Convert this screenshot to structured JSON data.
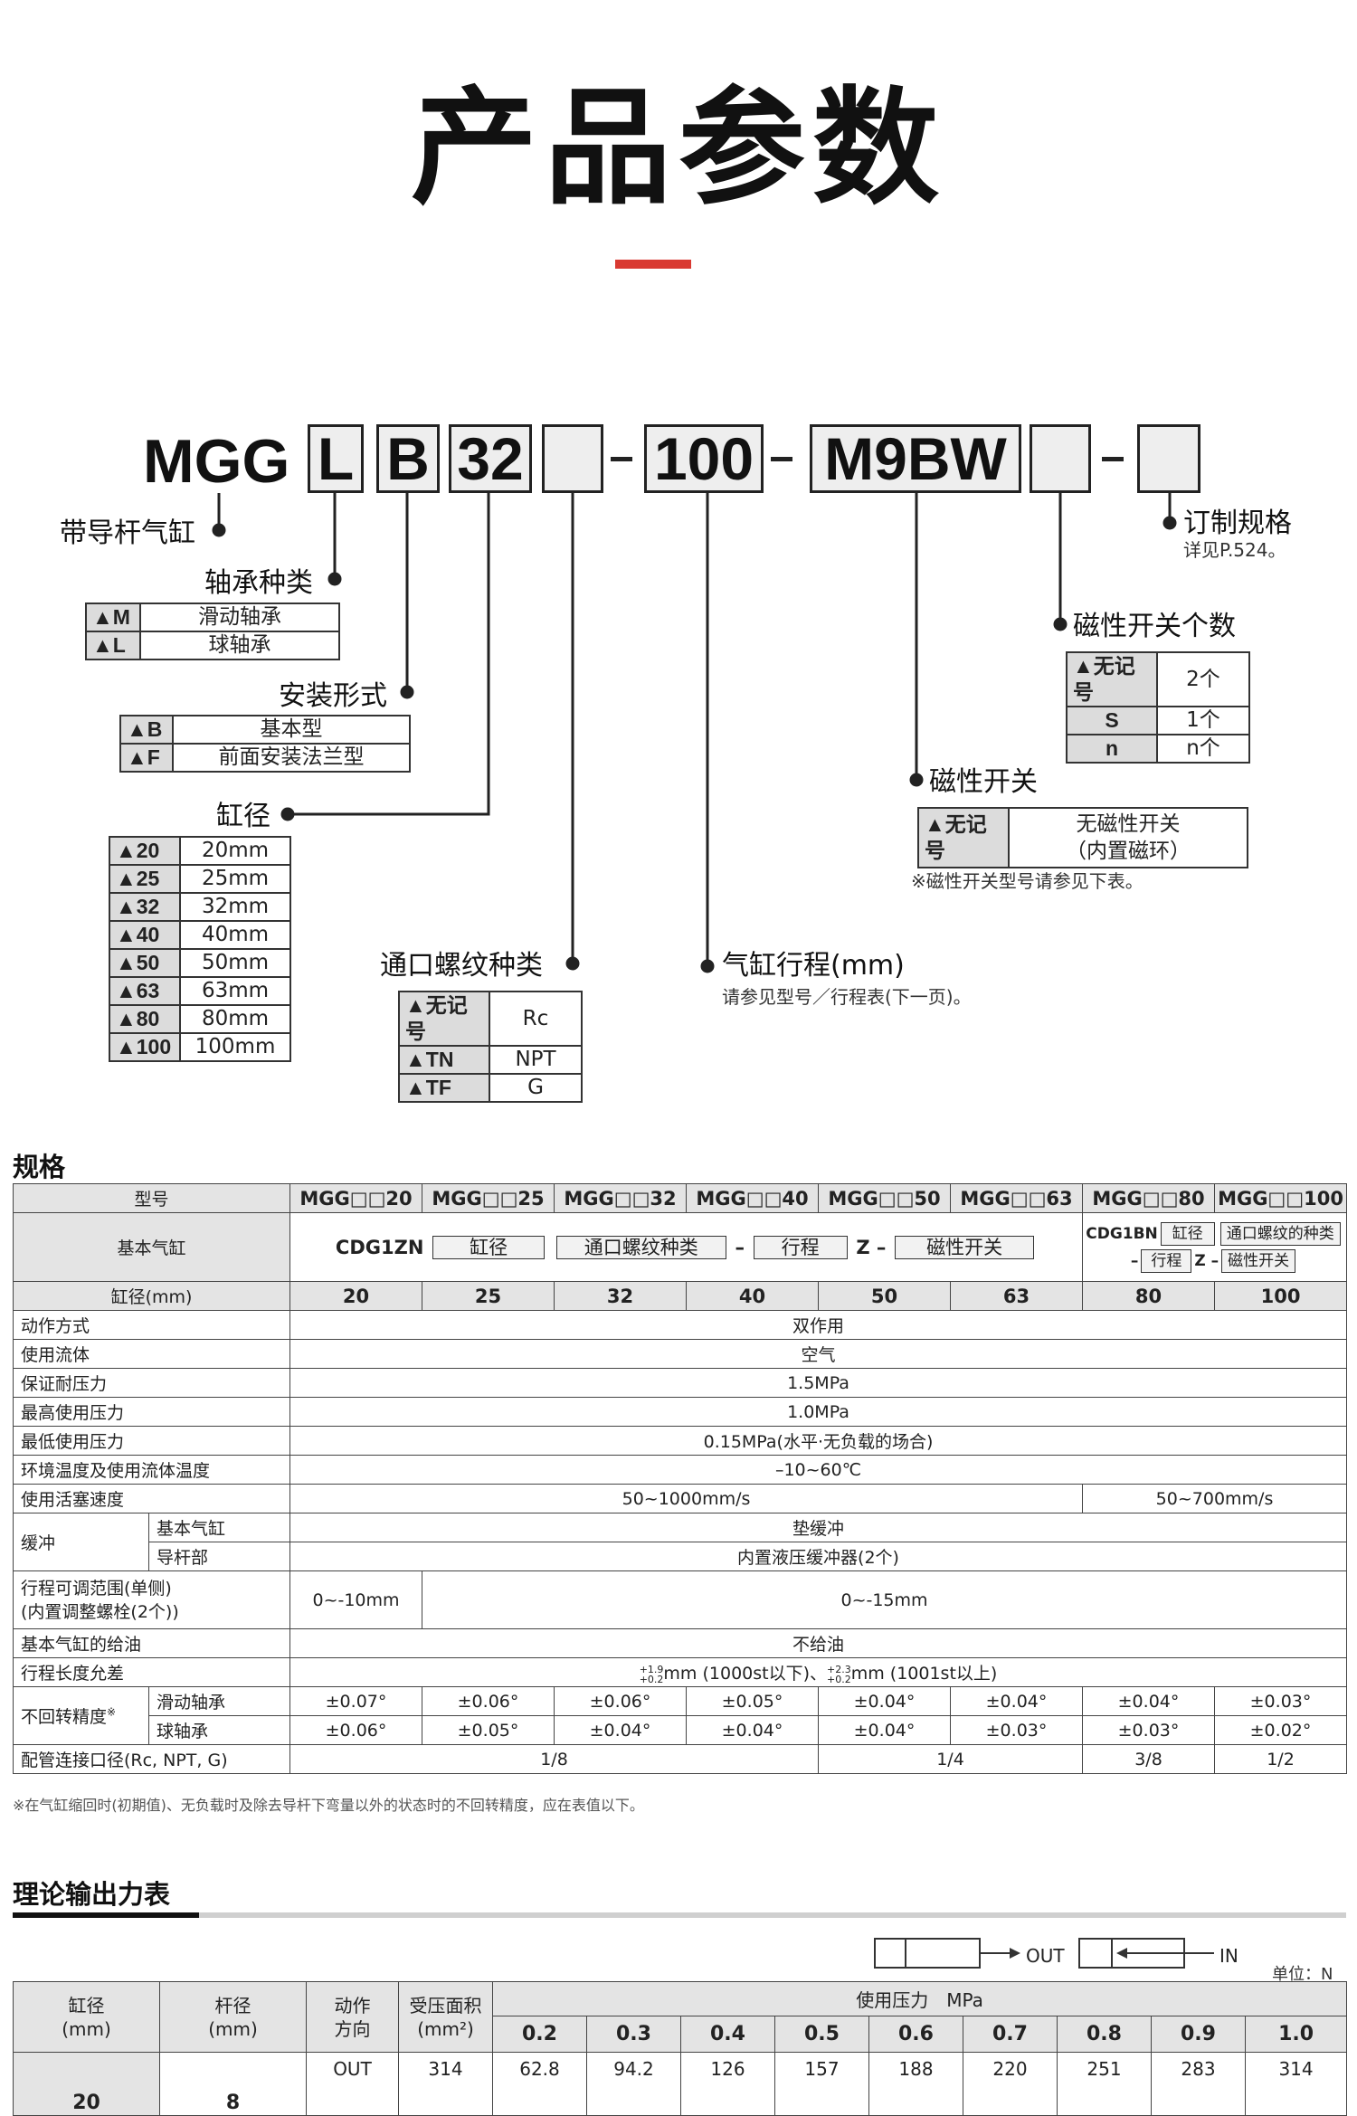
{
  "page_title": "产品参数",
  "model_code": {
    "prefix": "MGG",
    "bearing": "L",
    "mount": "B",
    "bore": "32",
    "stroke": "100",
    "switch": "M9BW"
  },
  "callouts": {
    "guide_cylinder": "带导杆气缸",
    "bearing_type": "轴承种类",
    "mounting_type": "安装形式",
    "bore_size": "缸径",
    "port_thread": "通口螺纹种类",
    "stroke_mm": "气缸行程(mm)",
    "stroke_note": "请参见型号／行程表(下一页)。",
    "custom_spec": "订制规格",
    "custom_note": "详见P.524。",
    "switch_count": "磁性开关个数",
    "auto_switch": "磁性开关",
    "switch_note": "※磁性开关型号请参见下表。"
  },
  "bearing_options": [
    {
      "k": "▲M",
      "v": "滑动轴承"
    },
    {
      "k": "▲L",
      "v": "球轴承"
    }
  ],
  "mount_options": [
    {
      "k": "▲B",
      "v": "基本型"
    },
    {
      "k": "▲F",
      "v": "前面安装法兰型"
    }
  ],
  "bore_options": [
    {
      "k": "▲20",
      "v": "20mm"
    },
    {
      "k": "▲25",
      "v": "25mm"
    },
    {
      "k": "▲32",
      "v": "32mm"
    },
    {
      "k": "▲40",
      "v": "40mm"
    },
    {
      "k": "▲50",
      "v": "50mm"
    },
    {
      "k": "▲63",
      "v": "63mm"
    },
    {
      "k": "▲80",
      "v": "80mm"
    },
    {
      "k": "▲100",
      "v": "100mm"
    }
  ],
  "port_options": [
    {
      "k": "▲无记号",
      "v": "Rc"
    },
    {
      "k": "▲TN",
      "v": "NPT"
    },
    {
      "k": "▲TF",
      "v": "G"
    }
  ],
  "switch_count_options": [
    {
      "k": "▲无记号",
      "v": "2个"
    },
    {
      "k": "S",
      "v": "1个"
    },
    {
      "k": "n",
      "v": "n个"
    }
  ],
  "switch_options": {
    "k": "▲无记号",
    "v1": "无磁性开关",
    "v2": "（内置磁环）"
  },
  "spec": {
    "section_title": "规格",
    "model_label": "型号",
    "models": [
      "MGG□□20",
      "MGG□□25",
      "MGG□□32",
      "MGG□□40",
      "MGG□□50",
      "MGG□□63",
      "MGG□□80",
      "MGG□□100"
    ],
    "base_cyl_label": "基本气缸",
    "base_a": {
      "prefix": "CDG1ZN",
      "b1": "缸径",
      "b2": "通口螺纹种类",
      "dash": "–",
      "b3": "行程",
      "z": "Z –",
      "b4": "磁性开关"
    },
    "base_b": {
      "prefix": "CDG1BN",
      "b1": "缸径",
      "b2": "通口螺纹的种类",
      "dash": "–",
      "b3": "行程",
      "z": "Z –",
      "b4": "磁性开关"
    },
    "bore_label": "缸径(mm)",
    "bores": [
      "20",
      "25",
      "32",
      "40",
      "50",
      "63",
      "80",
      "100"
    ],
    "action_label": "动作方式",
    "action": "双作用",
    "fluid_label": "使用流体",
    "fluid": "空气",
    "proof_label": "保证耐压力",
    "proof": "1.5MPa",
    "maxp_label": "最高使用压力",
    "maxp": "1.0MPa",
    "minp_label": "最低使用压力",
    "minp": "0.15MPa(水平·无负载的场合)",
    "temp_label": "环境温度及使用流体温度",
    "temp": "–10~60℃",
    "speed_label": "使用活塞速度",
    "speed_a": "50~1000mm/s",
    "speed_b": "50~700mm/s",
    "cushion_label": "缓冲",
    "cushion_base_label": "基本气缸",
    "cushion_base": "垫缓冲",
    "cushion_guide_label": "导杆部",
    "cushion_guide": "内置液压缓冲器(2个)",
    "adj_label1": "行程可调范围(单侧)",
    "adj_label2": "(内置调整螺栓(2个))",
    "adj_a": "0~-10mm",
    "adj_b": "0~-15mm",
    "lube_label": "基本气缸的给油",
    "lube": "不给油",
    "tol_label": "行程长度允差",
    "tol_a_sup": "+1.9",
    "tol_a_sub": "+0.2",
    "tol_a_text": "mm (1000st以下)、",
    "tol_b_sup": "+2.3",
    "tol_b_sub": "+0.2",
    "tol_b_text": "mm (1001st以上)",
    "nonrot_label": "不回转精度",
    "nonrot_mark": "※",
    "slide_label": "滑动轴承",
    "slide": [
      "±0.07°",
      "±0.06°",
      "±0.06°",
      "±0.05°",
      "±0.04°",
      "±0.04°",
      "±0.04°",
      "±0.03°"
    ],
    "ball_label": "球轴承",
    "ball": [
      "±0.06°",
      "±0.05°",
      "±0.04°",
      "±0.04°",
      "±0.04°",
      "±0.03°",
      "±0.03°",
      "±0.02°"
    ],
    "pipe_label": "配管连接口径(Rc, NPT, G)",
    "pipe_a": "1/8",
    "pipe_b": "1/4",
    "pipe_c": "3/8",
    "pipe_d": "1/2",
    "footnote": "※在气缸缩回时(初期值)、无负载时及除去导杆下弯量以外的状态时的不回转精度，应在表值以下。"
  },
  "force": {
    "section_title": "理论输出力表",
    "out_label": "OUT",
    "in_label": "IN",
    "unit": "单位：N",
    "h_bore": "缸径",
    "h_bore_unit": "(mm)",
    "h_rod": "杆径",
    "h_rod_unit": "(mm)",
    "h_dir1": "动作",
    "h_dir2": "方向",
    "h_area1": "受压面积",
    "h_area2": "(mm²)",
    "h_pressure": "使用压力　MPa",
    "pressures": [
      "0.2",
      "0.3",
      "0.4",
      "0.5",
      "0.6",
      "0.7",
      "0.8",
      "0.9",
      "1.0"
    ],
    "row1": {
      "bore": "20",
      "rod": "8",
      "dir": "OUT",
      "area": "314",
      "values": [
        "62.8",
        "94.2",
        "126",
        "157",
        "188",
        "220",
        "251",
        "283",
        "314"
      ]
    }
  }
}
